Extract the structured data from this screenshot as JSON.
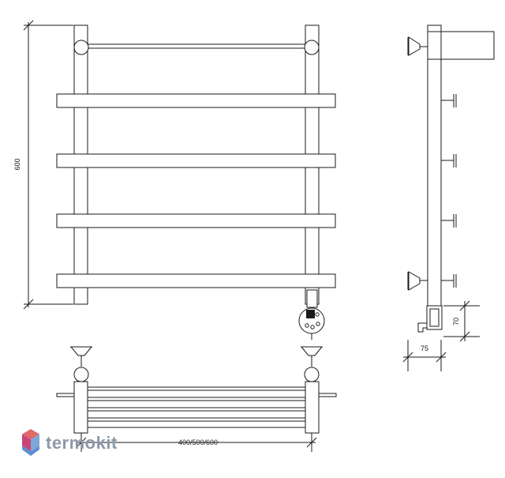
{
  "dimensions": {
    "height": "600",
    "width": "400/500/600",
    "depth": "75",
    "offset": "70"
  },
  "brand": {
    "name": "termokit",
    "colors": {
      "top": "#e06a6a",
      "left": "#c9467a",
      "right": "#7fa6d6",
      "bottom": "#5a8fd1"
    }
  },
  "colors": {
    "line": "#1a1a1a",
    "background": "#ffffff"
  }
}
